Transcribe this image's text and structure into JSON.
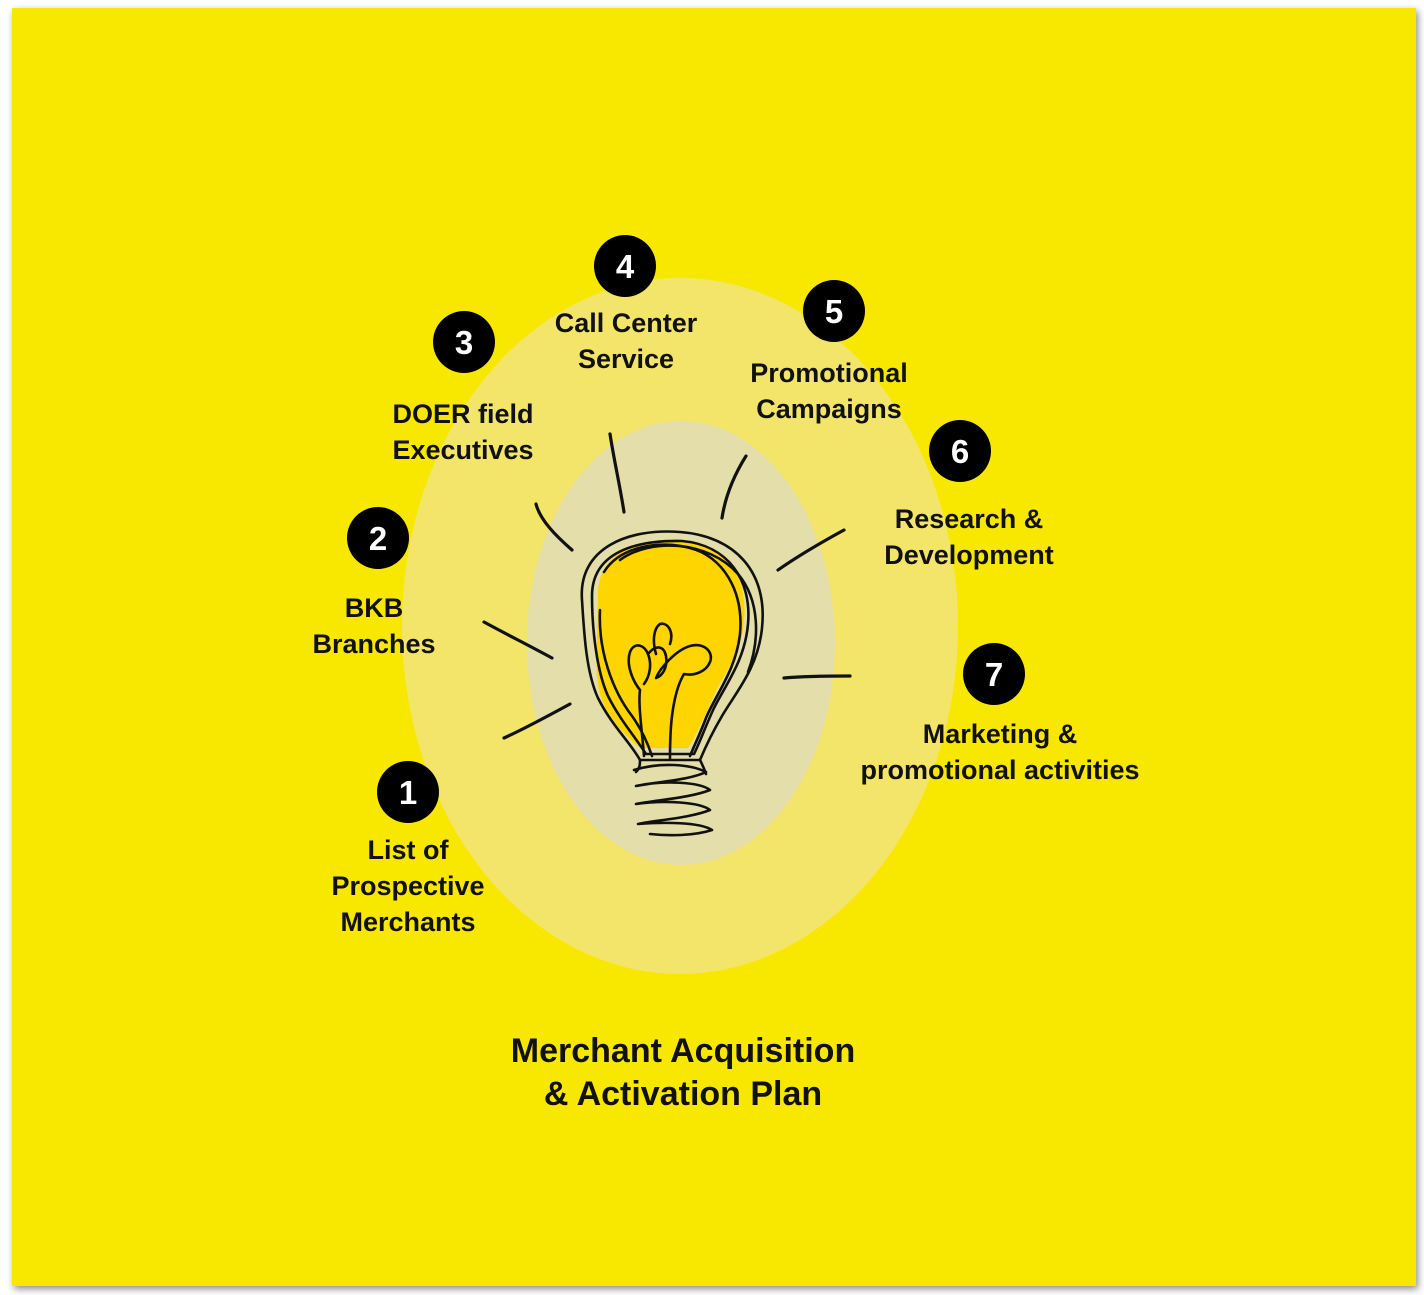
{
  "title": "Merchant Acquisition\n& Activation Plan",
  "steps": [
    {
      "number": "1",
      "label": "List of\nProspective\nMerchants"
    },
    {
      "number": "2",
      "label": "BKB\nBranches"
    },
    {
      "number": "3",
      "label": "DOER field\nExecutives"
    },
    {
      "number": "4",
      "label": "Call Center\nService"
    },
    {
      "number": "5",
      "label": "Promotional\nCampaigns"
    },
    {
      "number": "6",
      "label": "Research &\nDevelopment"
    },
    {
      "number": "7",
      "label": "Marketing &\npromotional activities"
    }
  ],
  "colors": {
    "background": "#F8E800",
    "outer_ring": "#F2E56A",
    "inner_ring": "#E3DEAA",
    "bulb_glow": "#FFD500",
    "badge_fill": "#000000",
    "badge_text": "#FFFFFF",
    "text": "#111111"
  },
  "icons": {
    "center": "light-bulb-icon"
  }
}
